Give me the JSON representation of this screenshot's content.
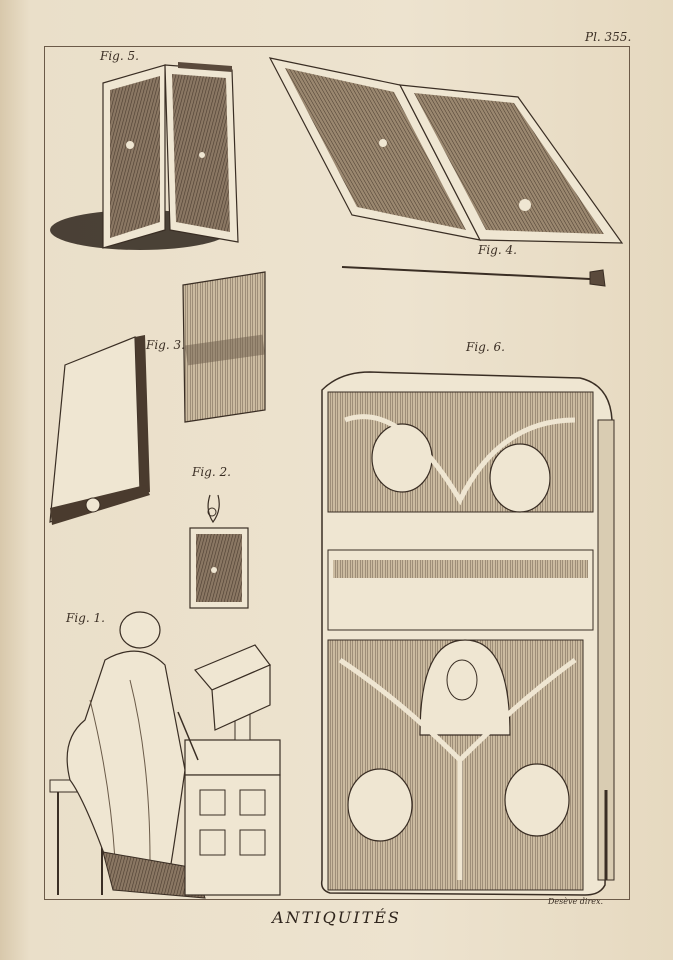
{
  "plate": {
    "number": "Pl. 355.",
    "caption": "ANTIQUITÉS",
    "credit": "Desève direx."
  },
  "figures": [
    {
      "id": "fig5",
      "label": "Fig. 5."
    },
    {
      "id": "fig4",
      "label": "Fig. 4."
    },
    {
      "id": "fig3",
      "label": "Fig. 3."
    },
    {
      "id": "fig6",
      "label": "Fig. 6."
    },
    {
      "id": "fig2",
      "label": "Fig. 2."
    },
    {
      "id": "fig1",
      "label": "Fig. 1."
    }
  ],
  "colors": {
    "ink": "#3a2e24",
    "paper": "#ede3cf",
    "hatch": "#5a4a3c"
  }
}
